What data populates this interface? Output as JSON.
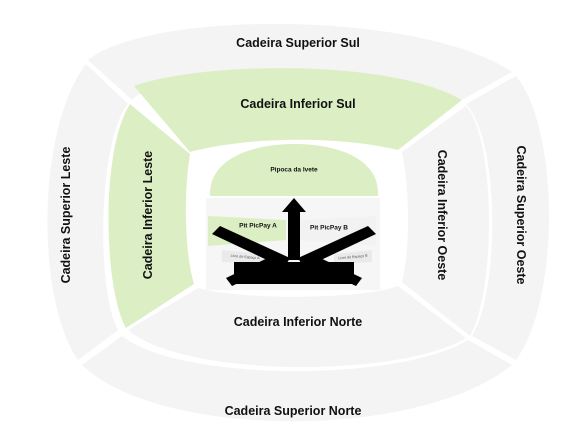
{
  "colors": {
    "superior": "#f4f4f4",
    "inferior_default": "#f4f4f4",
    "inferior_highlight": "#dcefc4",
    "pit": "#dcefc4",
    "pista": "#f2f2f2",
    "stage": "#000000"
  },
  "sectors": {
    "superior_sul": "Cadeira Superior Sul",
    "superior_leste": "Cadeira Superior Leste",
    "superior_oeste": "Cadeira Superior Oeste",
    "superior_norte": "Cadeira Superior Norte",
    "inferior_sul": "Cadeira Inferior Sul",
    "inferior_leste": "Cadeira Inferior Leste",
    "inferior_oeste": "Cadeira Inferior Oeste",
    "inferior_norte": "Cadeira Inferior Norte"
  },
  "field": {
    "pipoca": "Pipoca da Ivete",
    "pit_a": "Pit PicPay A",
    "pit_b": "Pit PicPay B",
    "camarote_a": "Livre de Espaço A",
    "camarote_b": "Livre de Espaço B"
  }
}
